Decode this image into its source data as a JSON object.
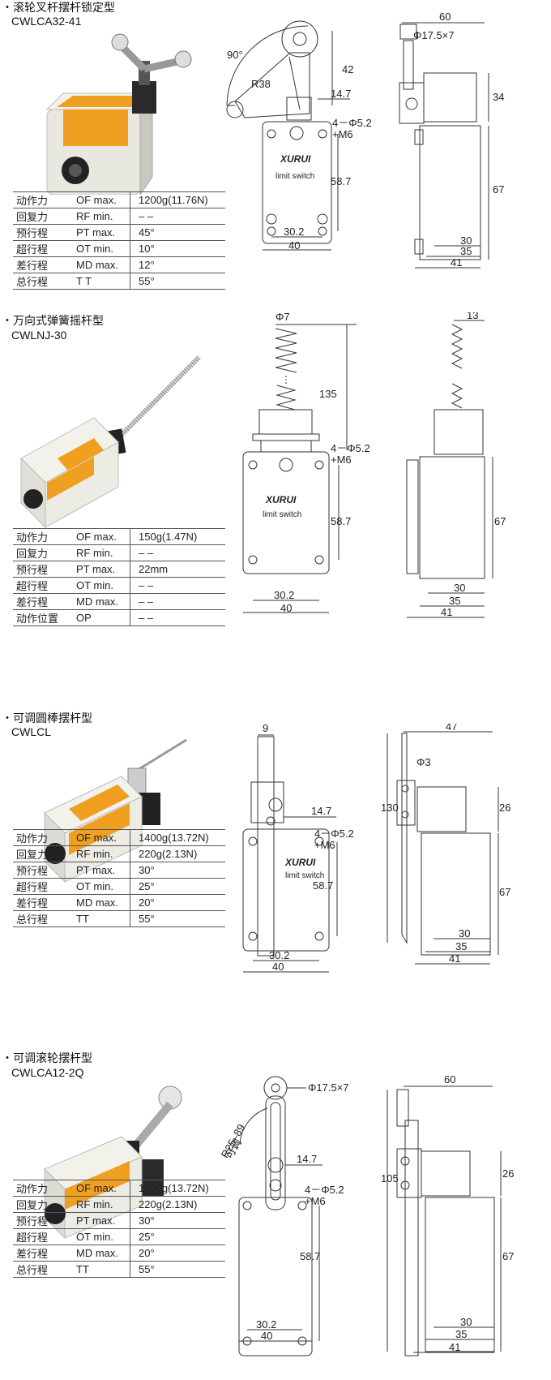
{
  "sections": [
    {
      "title": "・滚轮叉杆摆杆锁定型",
      "model": "CWLCA32-41",
      "specs": [
        {
          "name": "动作力",
          "code": "OF  max.",
          "value": "1200g(11.76N)"
        },
        {
          "name": "回复力",
          "code": "RF  min.",
          "value": "– –"
        },
        {
          "name": "预行程",
          "code": "PT  max.",
          "value": "45°"
        },
        {
          "name": "超行程",
          "code": "OT  min.",
          "value": "10°"
        },
        {
          "name": "差行程",
          "code": "MD max.",
          "value": "12°"
        },
        {
          "name": "总行程",
          "code": "T T",
          "value": "55°"
        }
      ],
      "front_dims": {
        "angle": "90°",
        "radius": "R38",
        "h_top": "42",
        "h_bolt": "14.7",
        "holes": "4－Φ5.2",
        "thread": "+M6",
        "h_body": "58.7",
        "w_holes": "30.2",
        "w_body": "40"
      },
      "side_dims": {
        "width_top": "60",
        "roller": "Φ17.5×7",
        "h_top": "34",
        "h_body": "67",
        "d1": "30",
        "d2": "35",
        "d3": "41"
      },
      "label_brand": "XURUI",
      "label_sub": "limit switch"
    },
    {
      "title": "・万向式弹簧摇杆型",
      "model": "CWLNJ-30",
      "specs": [
        {
          "name": "动作力",
          "code": "OF  max.",
          "value": "150g(1.47N)"
        },
        {
          "name": "回复力",
          "code": "RF  min.",
          "value": "– –"
        },
        {
          "name": "预行程",
          "code": "PT  max.",
          "value": "22mm"
        },
        {
          "name": "超行程",
          "code": "OT  min.",
          "value": "– –"
        },
        {
          "name": "差行程",
          "code": "MD max.",
          "value": "– –"
        },
        {
          "name": "动作位置",
          "code": "OP",
          "value": "– –"
        }
      ],
      "front_dims": {
        "spring_dia": "Φ7",
        "h_rod": "135",
        "holes": "4－Φ5.2",
        "thread": "+M6",
        "h_body": "58.7",
        "w_holes": "30.2",
        "w_body": "40"
      },
      "side_dims": {
        "width_top": "13",
        "h_body": "67",
        "d1": "30",
        "d2": "35",
        "d3": "41"
      },
      "label_brand": "XURUI",
      "label_sub": "limit switch"
    },
    {
      "title": "・可调圆棒摆杆型",
      "model": "CWLCL",
      "specs": [
        {
          "name": "动作力",
          "code": "OF  max.",
          "value": "1400g(13.72N)"
        },
        {
          "name": "回复力",
          "code": "RF  min.",
          "value": "220g(2.13N)"
        },
        {
          "name": "预行程",
          "code": "PT  max.",
          "value": "30°"
        },
        {
          "name": "超行程",
          "code": "OT  min.",
          "value": "25°"
        },
        {
          "name": "差行程",
          "code": "MD max.",
          "value": "20°"
        },
        {
          "name": "总行程",
          "code": "TT",
          "value": "55°"
        }
      ],
      "front_dims": {
        "rod_w": "9",
        "h_bolt": "14.7",
        "holes": "4－Φ5.2",
        "thread": "+M6",
        "h_body": "58.7",
        "w_holes": "30.2",
        "w_body": "40"
      },
      "side_dims": {
        "width_top": "47",
        "rod_dia": "Φ3",
        "h_total": "130",
        "h_top": "26",
        "h_body": "67",
        "d1": "30",
        "d2": "35",
        "d3": "41"
      },
      "label_brand": "XURUI",
      "label_sub": "limit switch"
    },
    {
      "title": "・可调滚轮摆杆型",
      "model": "CWLCA12-2Q",
      "specs": [
        {
          "name": "动作力",
          "code": "OF  max.",
          "value": "1400g(13.72N)"
        },
        {
          "name": "回复力",
          "code": "RF  min.",
          "value": "220g(2.13N)"
        },
        {
          "name": "预行程",
          "code": "PT  max.",
          "value": "30°"
        },
        {
          "name": "超行程",
          "code": "OT  min.",
          "value": "25°"
        },
        {
          "name": "差行程",
          "code": "MD max.",
          "value": "20°"
        },
        {
          "name": "总行程",
          "code": "TT",
          "value": "55°"
        }
      ],
      "front_dims": {
        "roller": "Φ17.5×7",
        "radius": "R25–89",
        "radius_note": "可调",
        "h_bolt": "14.7",
        "holes": "4－Φ5.2",
        "thread": "+M6",
        "h_body": "58.7",
        "w_holes": "30.2",
        "w_body": "40"
      },
      "side_dims": {
        "width_top": "60",
        "h_total": "105",
        "h_top": "26",
        "h_body": "67",
        "d1": "30",
        "d2": "35",
        "d3": "41"
      }
    }
  ],
  "colors": {
    "body": "#ecebe4",
    "label": "#f0a020",
    "line": "#333333"
  }
}
